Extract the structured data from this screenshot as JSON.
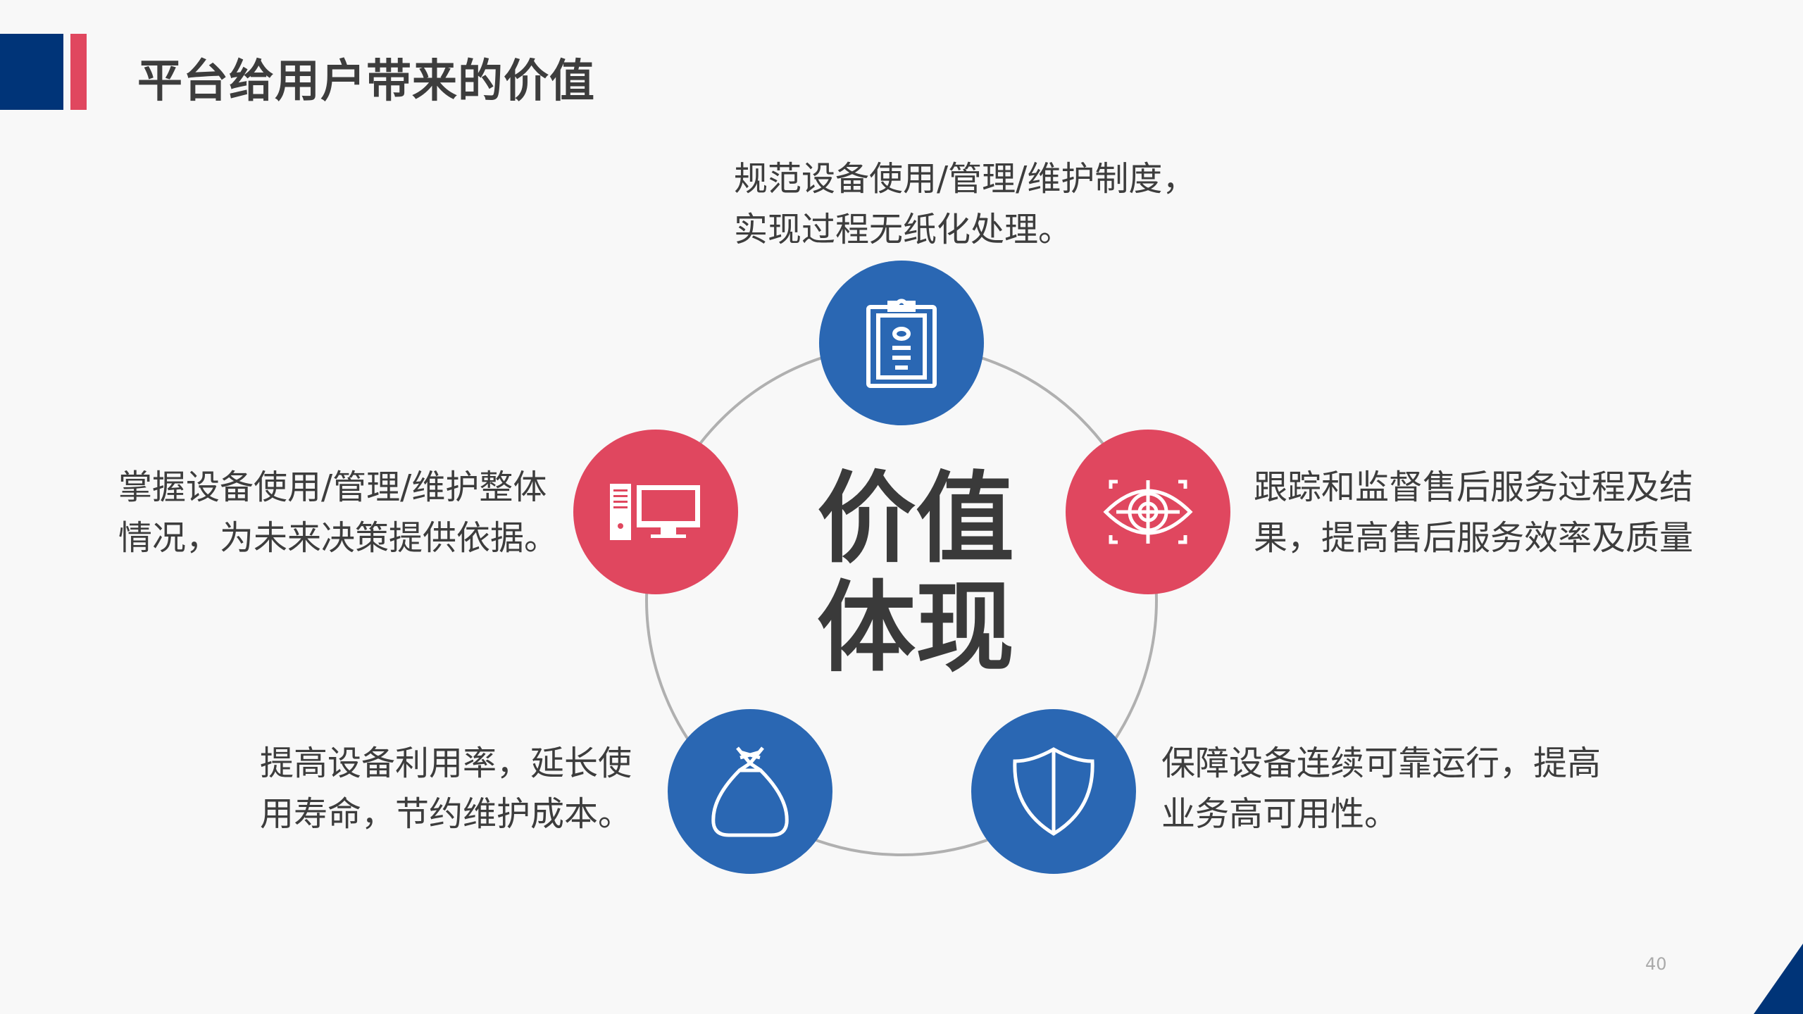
{
  "header": {
    "title": "平台给用户带来的价值"
  },
  "center": {
    "line1": "价值",
    "line2": "体现"
  },
  "colors": {
    "blue": "#2a67b3",
    "red": "#e0475f",
    "navy": "#003478"
  },
  "nodes": [
    {
      "icon": "clipboard-icon",
      "lines": [
        "规范设备使用/管理/维护制度，",
        "实现过程无纸化处理。"
      ]
    },
    {
      "icon": "eye-target-icon",
      "lines": [
        "跟踪和监督售后服务过程及结",
        "果，提高售后服务效率及质量"
      ]
    },
    {
      "icon": "shield-icon",
      "lines": [
        "保障设备连续可靠运行，提高",
        "业务高可用性。"
      ]
    },
    {
      "icon": "money-bag-icon",
      "lines": [
        "提高设备利用率，延长使",
        "用寿命，节约维护成本。"
      ]
    },
    {
      "icon": "computer-icon",
      "lines": [
        "掌握设备使用/管理/维护整体",
        "情况，为未来决策提供依据。"
      ]
    }
  ],
  "footer": {
    "page_number": "40"
  }
}
